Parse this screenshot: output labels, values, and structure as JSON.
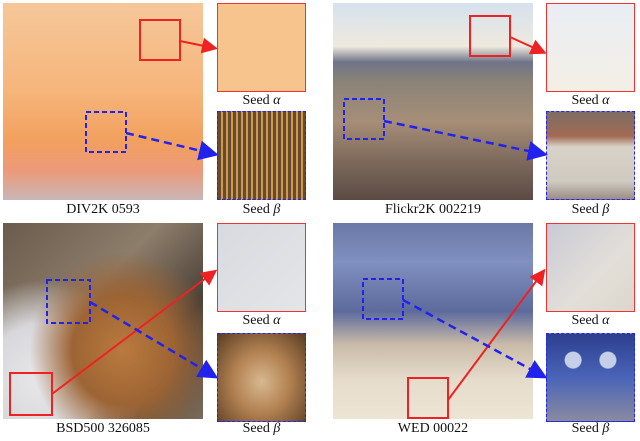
{
  "figure": {
    "panels": [
      {
        "id": "div2k",
        "caption": "DIV2K 0593",
        "seed_alpha_label": "Seed",
        "seed_beta_label": "Seed",
        "alpha_symbol": "α",
        "beta_symbol": "β"
      },
      {
        "id": "flickr2k",
        "caption": "Flickr2K 002219",
        "seed_alpha_label": "Seed",
        "seed_beta_label": "Seed",
        "alpha_symbol": "α",
        "beta_symbol": "β"
      },
      {
        "id": "bsd500",
        "caption": "BSD500 326085",
        "seed_alpha_label": "Seed",
        "seed_beta_label": "Seed",
        "alpha_symbol": "α",
        "beta_symbol": "β"
      },
      {
        "id": "wed",
        "caption": "WED 00022",
        "seed_alpha_label": "Seed",
        "seed_beta_label": "Seed",
        "alpha_symbol": "α",
        "beta_symbol": "β"
      }
    ],
    "colors": {
      "alpha_box": "#ee2222",
      "beta_box": "#2222ee"
    }
  }
}
